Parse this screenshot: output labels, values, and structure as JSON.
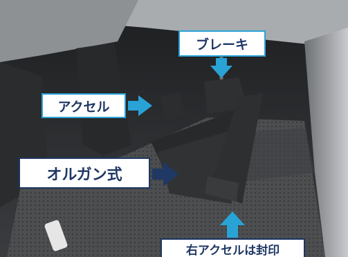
{
  "labels": {
    "brake": "ブレーキ",
    "accelerator": "アクセル",
    "organ_type": "オルガン式",
    "right_accelerator_sealed": "右アクセルは封印"
  },
  "colors": {
    "label_text": "#1f3864",
    "label_border_cyan": "#29a3d6",
    "label_border_navy": "#1f3864",
    "arrow_cyan": "#29a3d6",
    "arrow_navy": "#1f3864",
    "floor_mat": "#4a4c4e",
    "pedal": "#2e2f30"
  },
  "icons": {
    "brake_arrow": "down-arrow-icon",
    "accel_arrow": "right-arrow-icon",
    "organ_arrow": "right-arrow-icon",
    "sealed_arrow": "up-arrow-icon"
  }
}
